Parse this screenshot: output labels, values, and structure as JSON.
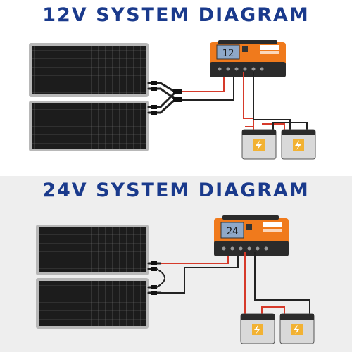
{
  "diagrams": [
    {
      "title": "12V SYSTEM DIAGRAM",
      "controller_display": "12"
    },
    {
      "title": "24V SYSTEM DIAGRAM",
      "controller_display": "24"
    }
  ],
  "colors": {
    "title": "#1a3a8c",
    "controller_body": "#f07a1c",
    "controller_base": "#2b2b2b",
    "lcd": "#8ea8c8",
    "panel_cell": "#1c1c1c",
    "panel_frame": "#b8b8b8",
    "wire_red": "#d63a2a",
    "wire_black": "#222222",
    "battery": "#d9d9d9",
    "battery_label": "#f2b233"
  },
  "icons": {
    "battery_label": "lightning-bolt-icon"
  }
}
